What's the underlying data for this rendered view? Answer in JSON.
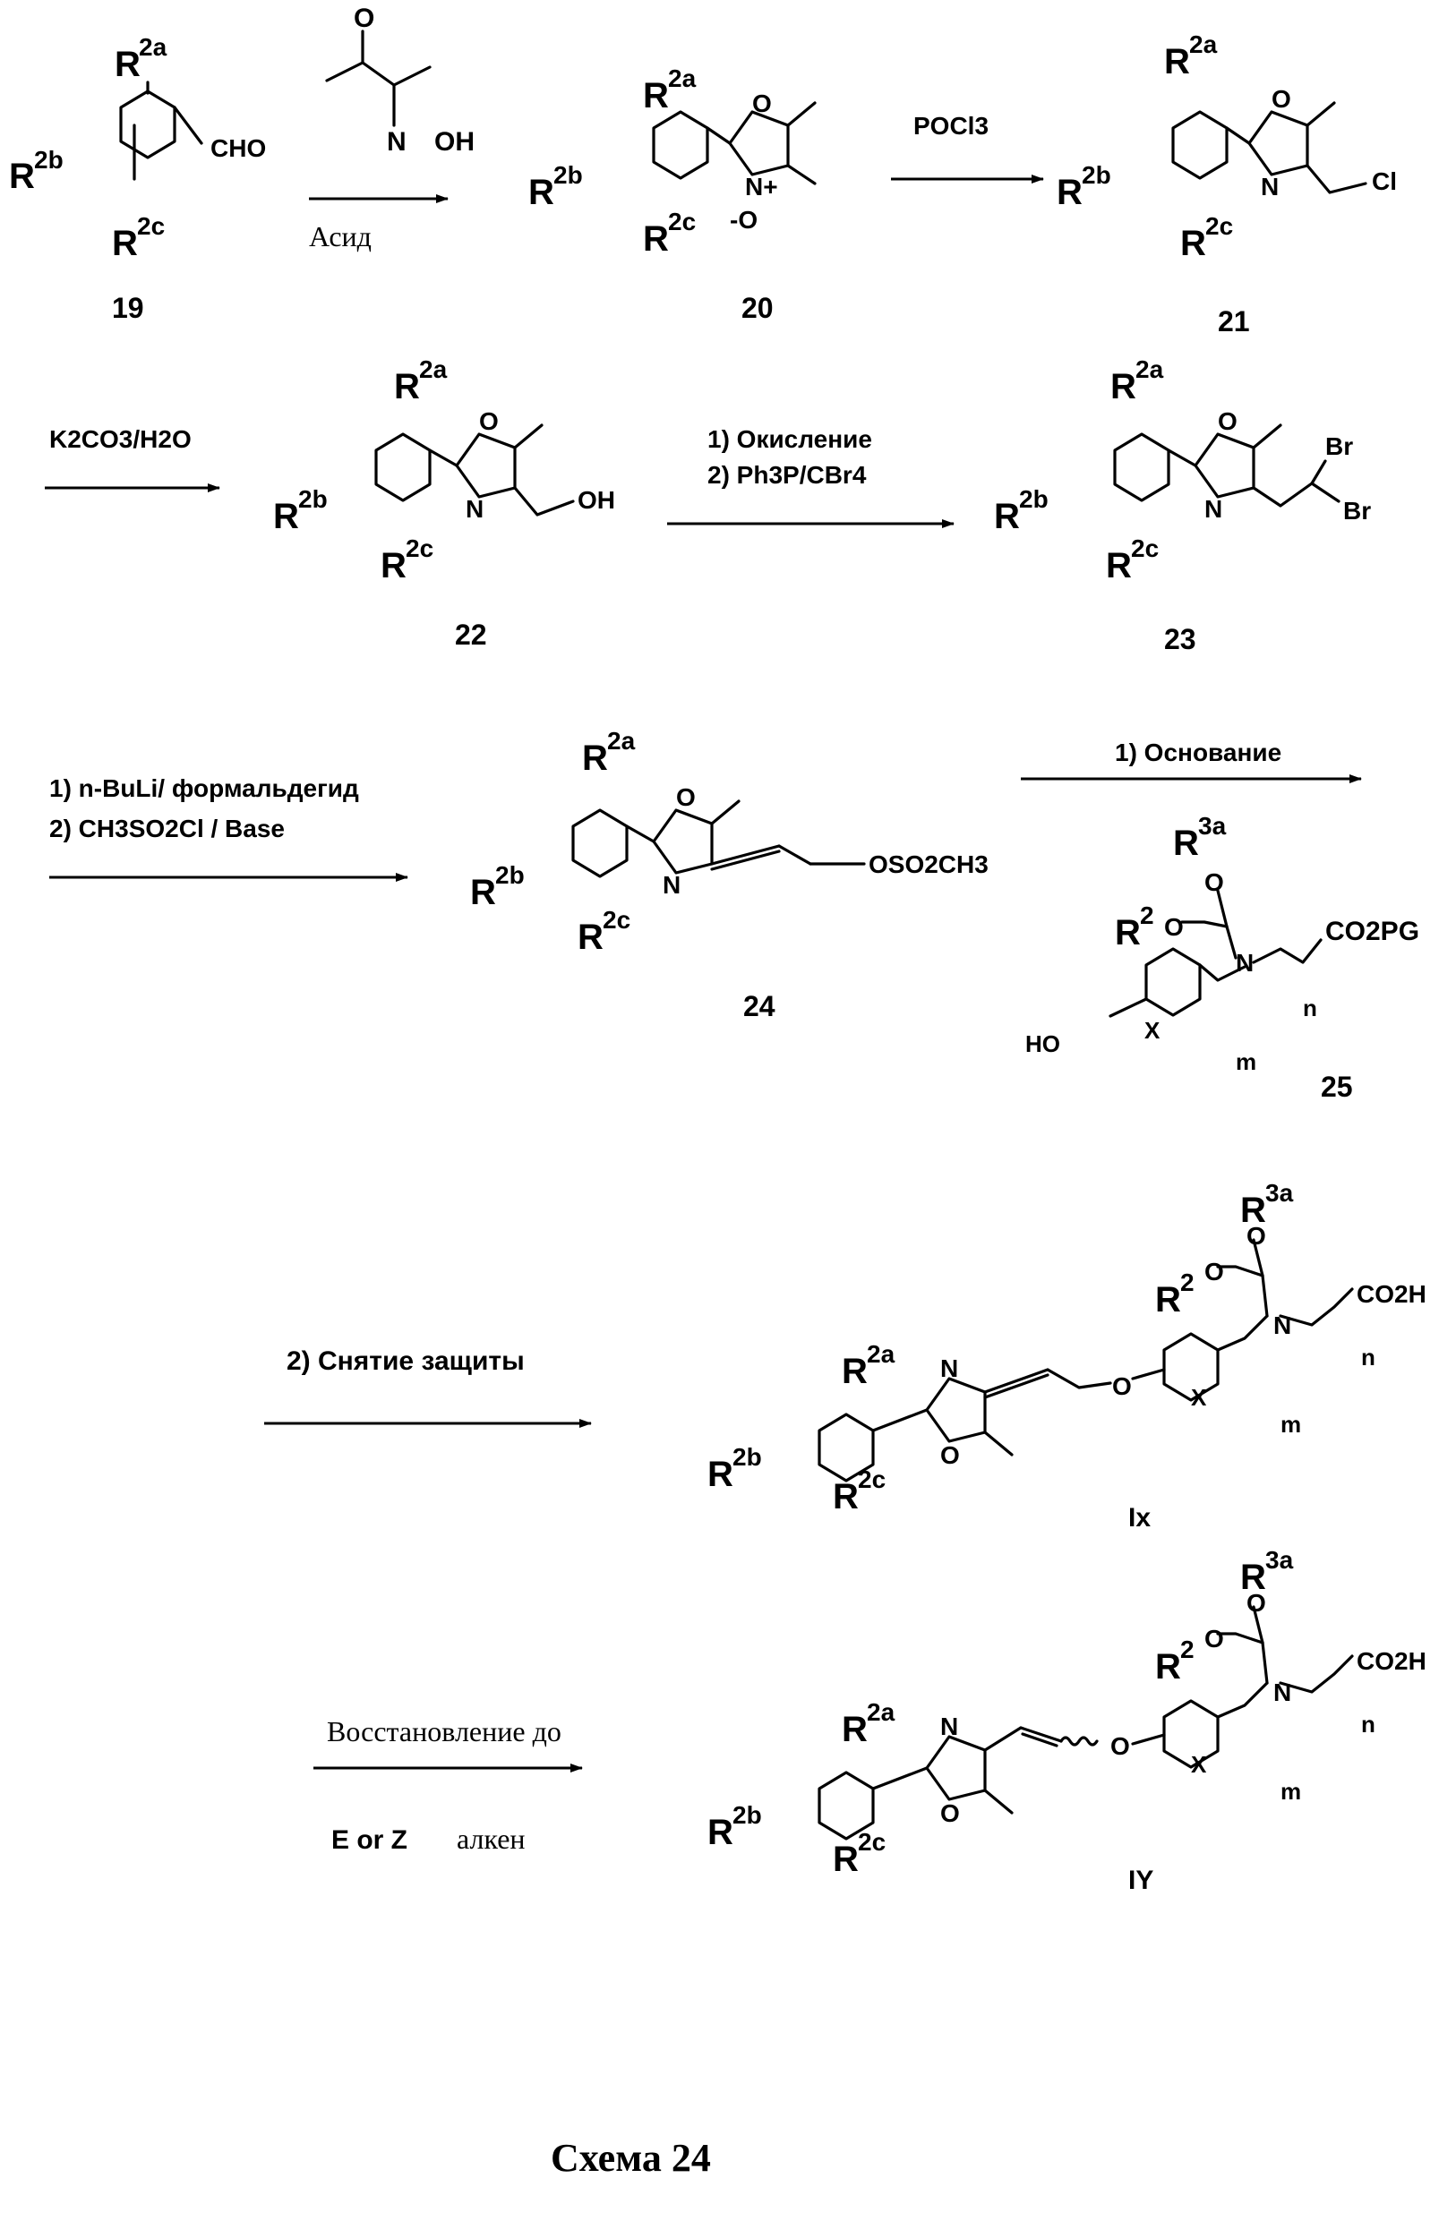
{
  "scheme_title": "Схема 24",
  "compounds": {
    "c19": "19",
    "c20": "20",
    "c21": "21",
    "c22": "22",
    "c23": "23",
    "c24": "24",
    "c25": "25",
    "cIX": "Ix",
    "cIY": "IY"
  },
  "substituents": {
    "r": "R",
    "sup_2a": "2a",
    "sup_2b": "2b",
    "sup_2c": "2c",
    "sup_2": "2",
    "sup_3a": "3a",
    "cho": "CHO",
    "cl": "Cl",
    "oh": "OH",
    "br": "Br",
    "n": "N",
    "o": "O",
    "n_plus": "N+",
    "o_minus": "-O",
    "n_oh": "N",
    "oh_oxime": "OH",
    "oso2ch3": "OSO2CH3",
    "co2pg": "CO2PG",
    "co2h": "CO2H",
    "ho": "HO",
    "x": "X",
    "m": "m",
    "sub_n": "n"
  },
  "reagents": {
    "acid": "Асид",
    "pocl3": "POCl3",
    "k2co3": "K2CO3/H2O",
    "step1_oxidation": "1) Окисление",
    "step2_ph3p": "2) Ph3P/CBr4",
    "step1_buli": "1) n-BuLi/ формальдегид",
    "step2_mscl": "2) CH3SO2Cl / Base",
    "base_step": "1) Основание",
    "deprotect_step": "2) Снятие защиты",
    "reduction_line1": "Восстановление до",
    "reduction_line2_bold": "E or Z",
    "reduction_line2": "алкен"
  }
}
